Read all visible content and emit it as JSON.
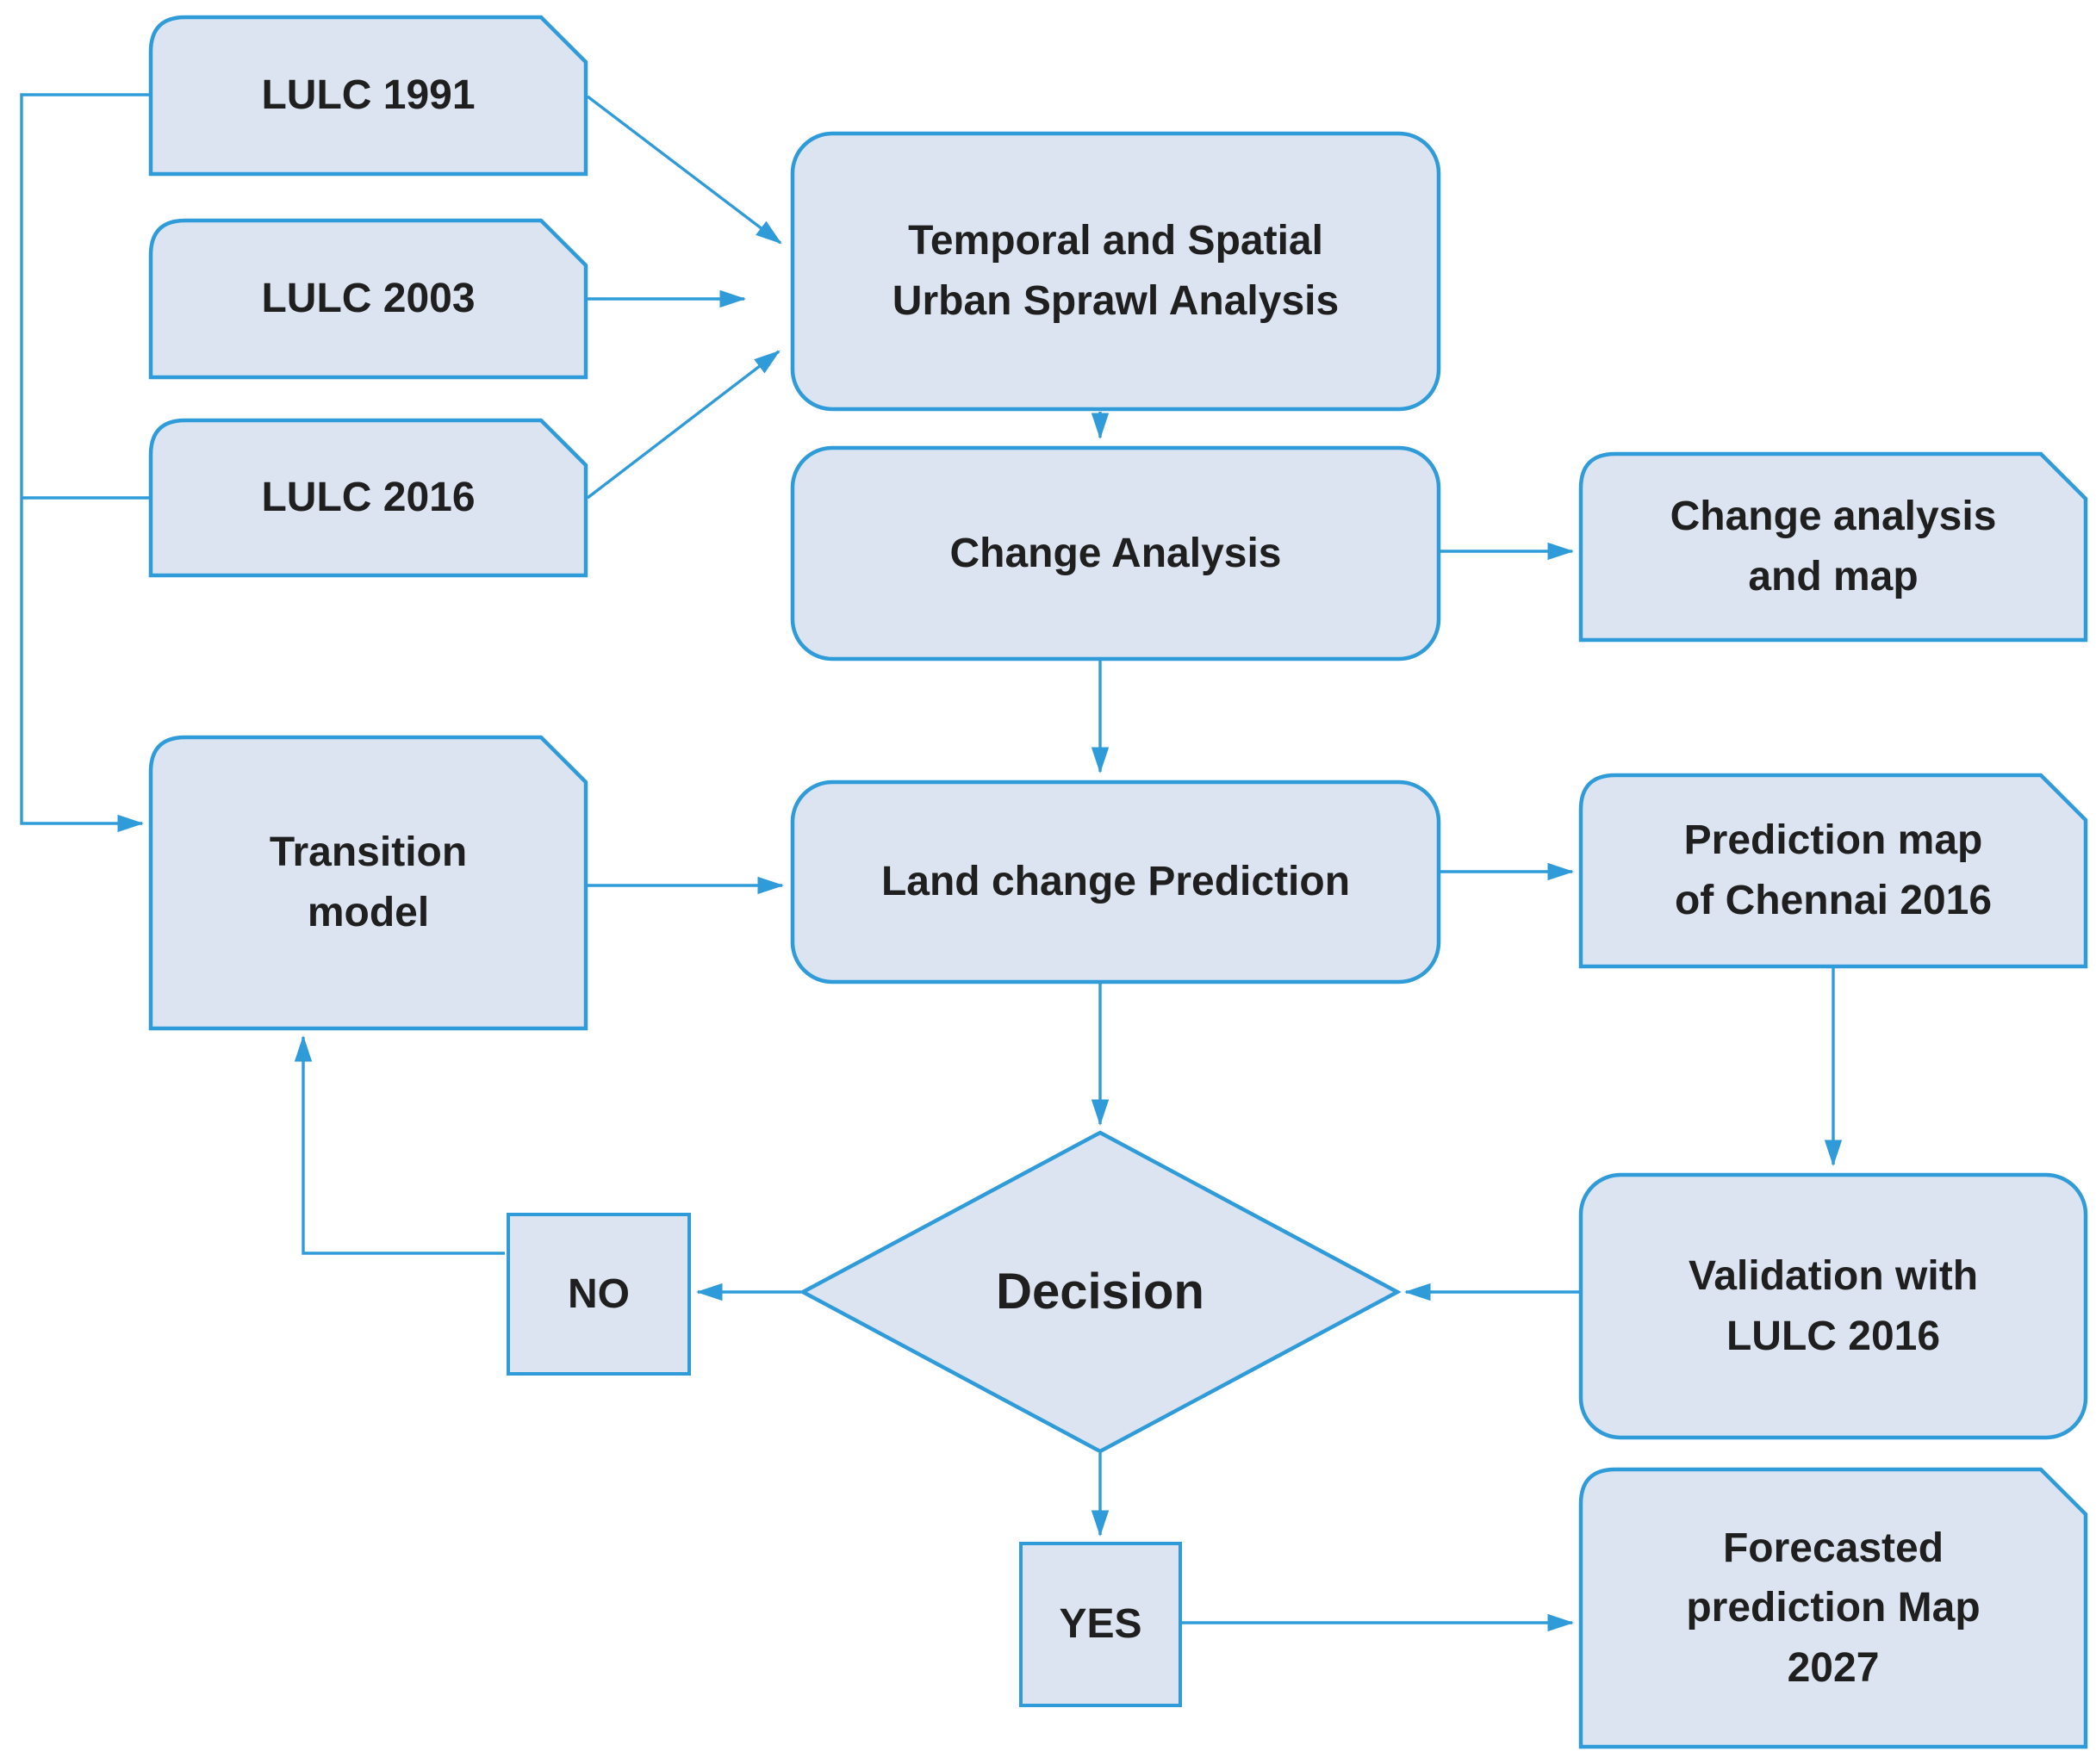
{
  "diagram": {
    "title": "Urban sprawl analysis and land change prediction flowchart",
    "colors": {
      "line": "#2f9bd8",
      "node_fill": "#dce4f2",
      "text": "#1f1f1f",
      "background": "#ffffff"
    },
    "nodes": {
      "lulc_1991": {
        "shape": "card",
        "lines": [
          "LULC 1991"
        ]
      },
      "lulc_2003": {
        "shape": "card",
        "lines": [
          "LULC 2003"
        ]
      },
      "lulc_2016": {
        "shape": "card",
        "lines": [
          "LULC 2016"
        ]
      },
      "sprawl_analysis": {
        "shape": "rounded",
        "lines": [
          "Temporal and Spatial",
          "Urban Sprawl Analysis"
        ]
      },
      "change_analysis": {
        "shape": "rounded",
        "lines": [
          "Change Analysis"
        ]
      },
      "change_map": {
        "shape": "card",
        "lines": [
          "Change analysis",
          "and map"
        ]
      },
      "transition_model": {
        "shape": "card",
        "lines": [
          "Transition",
          "model"
        ]
      },
      "land_change_prediction": {
        "shape": "rounded",
        "lines": [
          "Land change Prediction"
        ]
      },
      "prediction_map": {
        "shape": "card",
        "lines": [
          "Prediction map",
          "of Chennai 2016"
        ]
      },
      "decision": {
        "shape": "diamond",
        "lines": [
          "Decision"
        ]
      },
      "no": {
        "shape": "rect",
        "lines": [
          "NO"
        ]
      },
      "yes": {
        "shape": "rect",
        "lines": [
          "YES"
        ]
      },
      "validation": {
        "shape": "rounded",
        "lines": [
          "Validation with",
          "LULC 2016"
        ]
      },
      "forecasted_map": {
        "shape": "card",
        "lines": [
          "Forecasted",
          "prediction Map",
          "2027"
        ]
      }
    },
    "edges": [
      {
        "from": "lulc_1991",
        "to": "sprawl_analysis"
      },
      {
        "from": "lulc_2003",
        "to": "sprawl_analysis"
      },
      {
        "from": "lulc_2016",
        "to": "sprawl_analysis"
      },
      {
        "from": "lulc_1991",
        "to": "transition_model"
      },
      {
        "from": "lulc_2016",
        "to": "transition_model"
      },
      {
        "from": "sprawl_analysis",
        "to": "change_analysis"
      },
      {
        "from": "change_analysis",
        "to": "change_map"
      },
      {
        "from": "change_analysis",
        "to": "land_change_prediction"
      },
      {
        "from": "transition_model",
        "to": "land_change_prediction"
      },
      {
        "from": "land_change_prediction",
        "to": "prediction_map"
      },
      {
        "from": "land_change_prediction",
        "to": "decision"
      },
      {
        "from": "prediction_map",
        "to": "validation"
      },
      {
        "from": "validation",
        "to": "decision"
      },
      {
        "from": "decision",
        "to": "no"
      },
      {
        "from": "no",
        "to": "transition_model"
      },
      {
        "from": "decision",
        "to": "yes"
      },
      {
        "from": "yes",
        "to": "forecasted_map"
      }
    ]
  }
}
